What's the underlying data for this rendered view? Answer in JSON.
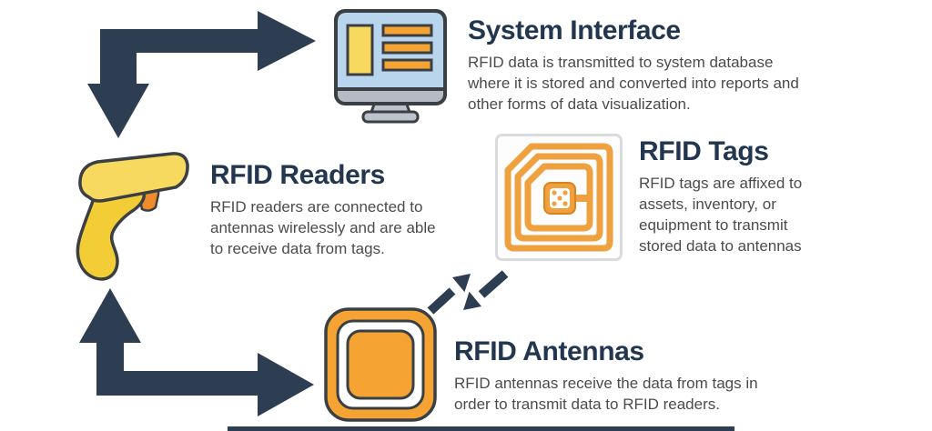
{
  "sections": {
    "system_interface": {
      "title": "System Interface",
      "description": "RFID data is transmitted to system database where it is stored and converted into reports and other forms of data visualization."
    },
    "rfid_readers": {
      "title": "RFID Readers",
      "description": "RFID readers are connected to antennas wirelessly and are able to receive data from tags."
    },
    "rfid_tags": {
      "title": "RFID Tags",
      "description": "RFID tags are affixed to assets, inventory, or equipment to transmit stored data to antennas"
    },
    "rfid_antennas": {
      "title": "RFID Antennas",
      "description": "RFID antennas receive the data from tags in order to transmit data to RFID readers."
    },
    "icons": {
      "system_interface": "monitor-icon",
      "rfid_readers": "scanner-icon",
      "rfid_tags": "rfid-tag-icon",
      "rfid_antennas": "antenna-icon"
    },
    "colors": {
      "arrow_navy": "#2d3e53",
      "heading_navy": "#22364f",
      "body_gray": "#4b4b4b",
      "accent_orange": "#f5a434",
      "accent_yellow": "#f8d95f",
      "screen_blue": "#b9d5ee"
    }
  }
}
